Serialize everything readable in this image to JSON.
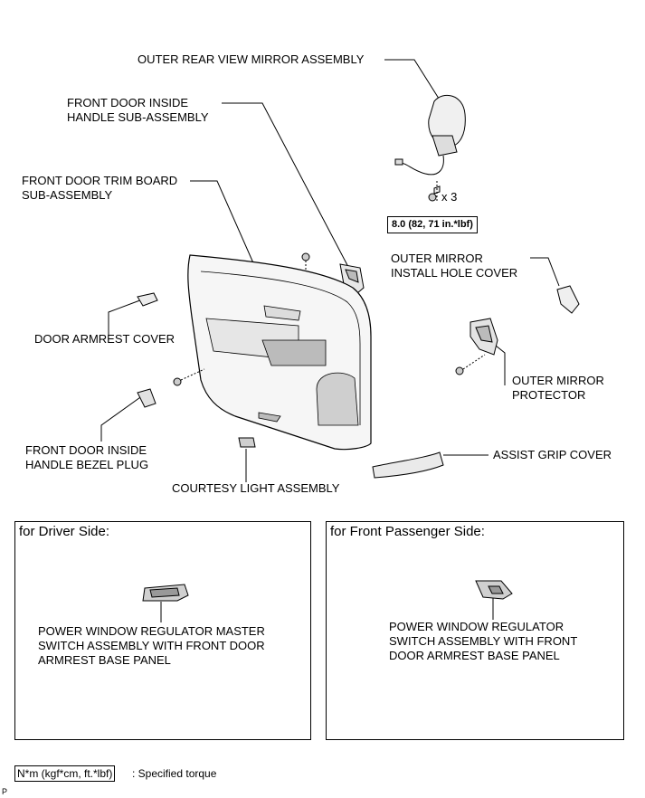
{
  "labels": {
    "outer_mirror": "OUTER REAR VIEW MIRROR ASSEMBLY",
    "inside_handle": [
      "FRONT DOOR INSIDE",
      "HANDLE SUB-ASSEMBLY"
    ],
    "trim_board": [
      "FRONT DOOR TRIM BOARD",
      "SUB-ASSEMBLY"
    ],
    "hole_cover": [
      "OUTER MIRROR",
      "INSTALL HOLE COVER"
    ],
    "armrest_cover": "DOOR ARMREST COVER",
    "mirror_protector": [
      "OUTER MIRROR",
      "PROTECTOR"
    ],
    "bezel_plug": [
      "FRONT DOOR INSIDE",
      "HANDLE BEZEL PLUG"
    ],
    "assist_grip": "ASSIST GRIP COVER",
    "courtesy_light": "COURTESY LIGHT ASSEMBLY",
    "bolt_count": "x 3"
  },
  "torque_spec": "8.0 (82, 71 in.*lbf)",
  "driver_box": {
    "title": "for Driver Side:",
    "label": [
      "POWER WINDOW REGULATOR MASTER",
      "SWITCH ASSEMBLY WITH FRONT DOOR",
      "ARMREST BASE PANEL"
    ]
  },
  "passenger_box": {
    "title": "for Front Passenger Side:",
    "label": [
      "POWER WINDOW REGULATOR",
      "SWITCH ASSEMBLY WITH FRONT",
      "DOOR ARMREST BASE PANEL"
    ]
  },
  "legend": {
    "unit": "N*m (kgf*cm, ft.*lbf)",
    "text": ": Specified torque"
  },
  "corner_mark": "P"
}
